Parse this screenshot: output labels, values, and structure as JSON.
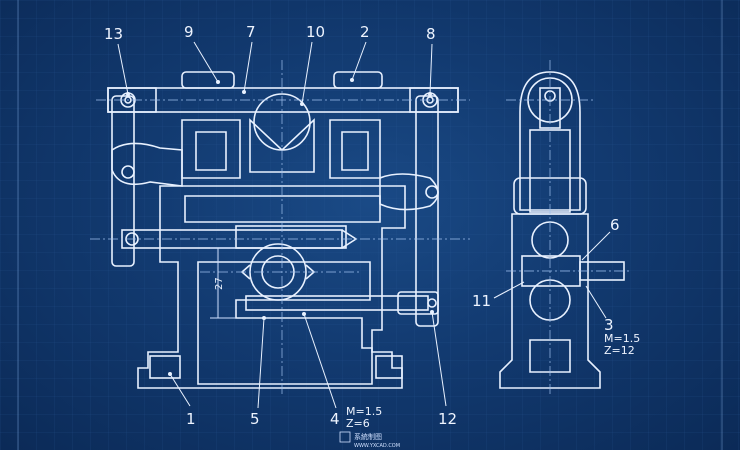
{
  "labels": {
    "l13": "13",
    "l9": "9",
    "l7": "7",
    "l10": "10",
    "l2": "2",
    "l8": "8",
    "l1": "1",
    "l5": "5",
    "l4": "4",
    "l12": "12",
    "l6": "6",
    "l11": "11",
    "l3": "3"
  },
  "notes": {
    "gear4_m": "M=1.5",
    "gear4_z": "Z=6",
    "gear3_m": "M=1.5",
    "gear3_z": "Z=12",
    "dim_27": "27"
  },
  "watermark": {
    "line1": "系統制图",
    "line2": "WWW.YXCAD.COM"
  },
  "colors": {
    "background": "#0b2a57",
    "line": "#e8f1ff",
    "grid": "#2a5a98"
  }
}
